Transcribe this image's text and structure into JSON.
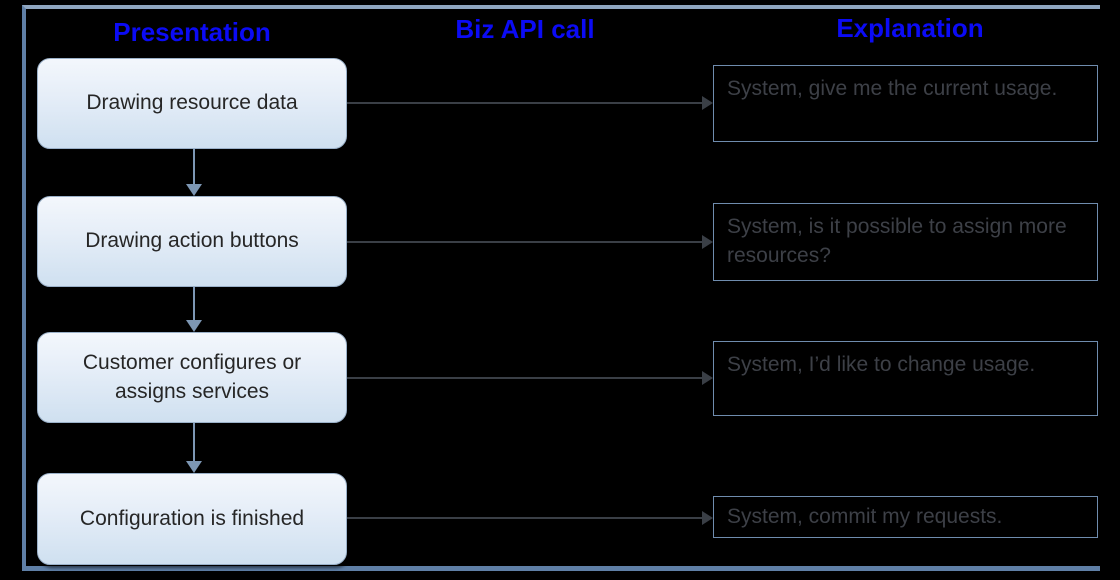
{
  "diagram": {
    "columns": [
      {
        "id": "presentation",
        "label": "Presentation"
      },
      {
        "id": "biz-api-call",
        "label": "Biz API call"
      },
      {
        "id": "explanation",
        "label": "Explanation"
      }
    ],
    "heading_color": "#0b0bf5",
    "frame_color": "#5f7fa6",
    "background_color": "#000000",
    "flow_arrow_color": "#7d97b4",
    "call_arrow_color": "#3a3f46",
    "steps": [
      {
        "presentation": "Drawing resource data",
        "explanation": "System, give me the current usage."
      },
      {
        "presentation": "Drawing action buttons",
        "explanation": "System, is it possible to assign more resources?"
      },
      {
        "presentation": "Customer configures or assigns services",
        "explanation": "System, I’d like to change usage."
      },
      {
        "presentation": "Configuration is finished",
        "explanation": "System, commit my requests."
      }
    ]
  }
}
